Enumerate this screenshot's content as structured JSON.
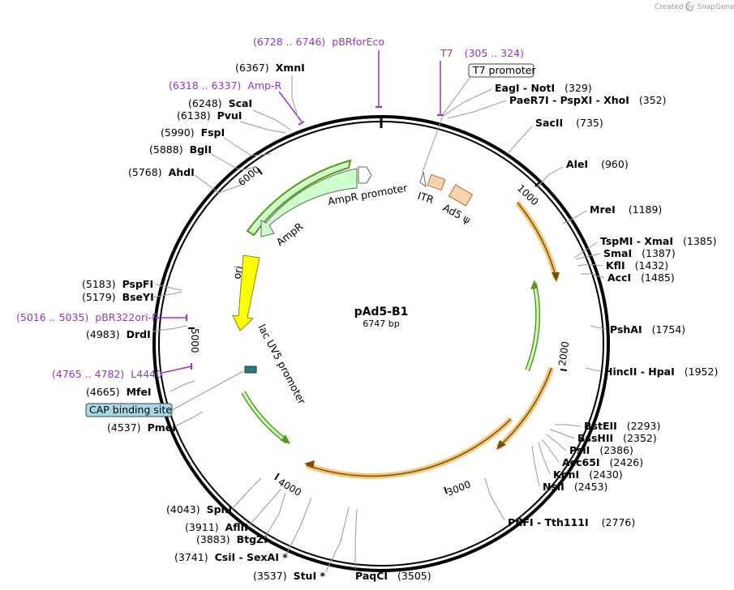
{
  "credit": "Created by SnapGene",
  "plasmid": {
    "name": "pAd5-B1",
    "length": "6747 bp"
  },
  "ticks": [
    "1000",
    "2000",
    "3000",
    "4000",
    "5000",
    "6000"
  ],
  "features": {
    "ampr": "AmpR",
    "ampr_promoter": "AmpR promoter",
    "ori": "ori",
    "lac_promoter": "lac UV5 promoter",
    "itr": "ITR",
    "ad5_psi": "Ad5 ψ",
    "t7_promoter": "T7 promoter",
    "cap_site": "CAP binding site"
  },
  "primers": [
    {
      "pos": "(6728 .. 6746)",
      "name": "pBRforEco"
    },
    {
      "pos": "(305 .. 324)",
      "name": "T7"
    },
    {
      "pos": "(6318 .. 6337)",
      "name": "Amp-R"
    },
    {
      "pos": "(5016 .. 5035)",
      "name": "pBR322ori-F"
    },
    {
      "pos": "(4765 .. 4782)",
      "name": "L4440"
    }
  ],
  "sites": [
    {
      "name": "XmnI",
      "pos": "(6367)"
    },
    {
      "name": "ScaI",
      "pos": "(6248)"
    },
    {
      "name": "PvuI",
      "pos": "(6138)"
    },
    {
      "name": "FspI",
      "pos": "(5990)"
    },
    {
      "name": "BglI",
      "pos": "(5888)"
    },
    {
      "name": "AhdI",
      "pos": "(5768)"
    },
    {
      "name": "PspFI",
      "pos": "(5183)"
    },
    {
      "name": "BseYI",
      "pos": "(5179)"
    },
    {
      "name": "DrdI",
      "pos": "(4983)"
    },
    {
      "name": "MfeI",
      "pos": "(4665)"
    },
    {
      "name": "PmeI",
      "pos": "(4537)"
    },
    {
      "name": "SphI",
      "pos": "(4043)"
    },
    {
      "name": "AflII",
      "pos": "(3911)"
    },
    {
      "name": "BtgZI",
      "pos": "(3883)"
    },
    {
      "name": "CsiI - SexAI *",
      "pos": "(3741)"
    },
    {
      "name": "StuI *",
      "pos": "(3537)"
    },
    {
      "name": "PaqCI",
      "pos": "(3505)"
    },
    {
      "name": "EagI - NotI",
      "pos": "(329)"
    },
    {
      "name": "PaeR7I - PspXI - XhoI",
      "pos": "(352)"
    },
    {
      "name": "SacII",
      "pos": "(735)"
    },
    {
      "name": "AleI",
      "pos": "(960)"
    },
    {
      "name": "MreI",
      "pos": "(1189)"
    },
    {
      "name": "TspMI - XmaI",
      "pos": "(1385)"
    },
    {
      "name": "SmaI",
      "pos": "(1387)"
    },
    {
      "name": "KflI",
      "pos": "(1432)"
    },
    {
      "name": "AccI",
      "pos": "(1485)"
    },
    {
      "name": "PshAI",
      "pos": "(1754)"
    },
    {
      "name": "HincII - HpaI",
      "pos": "(1952)"
    },
    {
      "name": "BstEII",
      "pos": "(2293)"
    },
    {
      "name": "BssHII",
      "pos": "(2352)"
    },
    {
      "name": "PsiI",
      "pos": "(2386)"
    },
    {
      "name": "Acc65I",
      "pos": "(2426)"
    },
    {
      "name": "KpnI",
      "pos": "(2430)"
    },
    {
      "name": "NsiI",
      "pos": "(2453)"
    },
    {
      "name": "PflFI - Tth111I",
      "pos": "(2776)"
    }
  ],
  "colors": {
    "backbone": "#000000",
    "ampr_fill": "#ccffcc",
    "ampr_edge": "#5a9a1a",
    "ori_fill": "#ffff00",
    "orf_fill": "#f5c67a",
    "orf_edge": "#9a6a00",
    "itr_fill": "#f7d3b0",
    "primer": "#9933cc",
    "cap_box": "#a8d8e8"
  }
}
